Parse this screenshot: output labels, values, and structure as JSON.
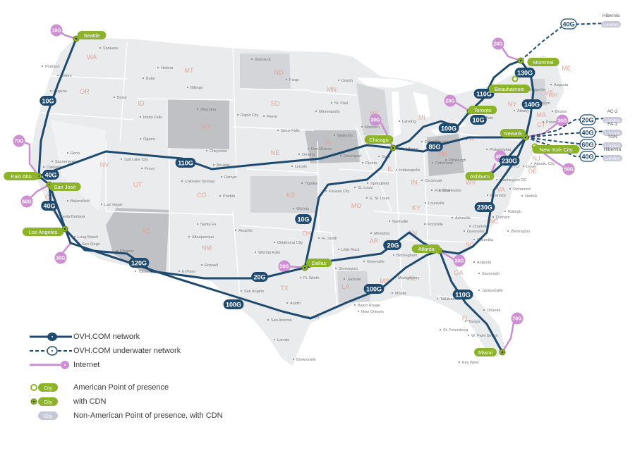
{
  "colors": {
    "land": "#e9ebed",
    "land_dark": "#bfc1c4",
    "land_mid": "#d3d5d8",
    "state_border": "#ffffff",
    "network": "#1f4a6f",
    "internet": "#c98fd1",
    "internet_fill": "#cf8fd3",
    "pop": "#8cb32a",
    "pop_foreign": "#c7c9d9",
    "state_label": "#e0a59a",
    "city_label": "#7a7a7a"
  },
  "pops": [
    {
      "id": "seattle",
      "label": "Seattle"
    },
    {
      "id": "paloalto",
      "label": "Palo Alto"
    },
    {
      "id": "sanjose",
      "label": "San José"
    },
    {
      "id": "losangeles",
      "label": "Los Angeles"
    },
    {
      "id": "dallas",
      "label": "Dallas"
    },
    {
      "id": "chicago",
      "label": "Chicago"
    },
    {
      "id": "toronto",
      "label": "Toronto"
    },
    {
      "id": "montreal",
      "label": "Montreal"
    },
    {
      "id": "beauharnois",
      "label": "Beauharnois"
    },
    {
      "id": "newark",
      "label": "Newark"
    },
    {
      "id": "newyork",
      "label": "New York City"
    },
    {
      "id": "ashburn",
      "label": "Ashburn"
    },
    {
      "id": "atlanta",
      "label": "Atlanta"
    },
    {
      "id": "miami",
      "label": "Miami"
    }
  ],
  "foreign_pops": [
    {
      "id": "hibernia1",
      "name": "Hibernia",
      "city": "London"
    },
    {
      "id": "ac2",
      "name": "AC-2",
      "city": "London"
    },
    {
      "id": "fa1",
      "name": "FA-1",
      "city": "London"
    },
    {
      "id": "tgn",
      "name": "TGN",
      "city": "London"
    },
    {
      "id": "hibernia2",
      "name": "Hibernia",
      "city": "London"
    }
  ],
  "links": [
    {
      "id": "l1",
      "label": "10G"
    },
    {
      "id": "l2",
      "label": "40G"
    },
    {
      "id": "l3",
      "label": "40G"
    },
    {
      "id": "l4",
      "label": "110G"
    },
    {
      "id": "l5",
      "label": "120G"
    },
    {
      "id": "l6",
      "label": "100G"
    },
    {
      "id": "l7",
      "label": "20G"
    },
    {
      "id": "l8",
      "label": "10G"
    },
    {
      "id": "l9",
      "label": "20G"
    },
    {
      "id": "l10",
      "label": "100G"
    },
    {
      "id": "l11",
      "label": "110G"
    },
    {
      "id": "l12",
      "label": "80G"
    },
    {
      "id": "l13",
      "label": "100G"
    },
    {
      "id": "l14",
      "label": "10G"
    },
    {
      "id": "l15",
      "label": "110G"
    },
    {
      "id": "l16",
      "label": "130G"
    },
    {
      "id": "l17",
      "label": "140G"
    },
    {
      "id": "l18",
      "label": "230G"
    },
    {
      "id": "l19",
      "label": "230G"
    },
    {
      "id": "l20",
      "label": "20G"
    }
  ],
  "undersea": [
    {
      "id": "u1",
      "label": "40G"
    },
    {
      "id": "u2",
      "label": "20G"
    },
    {
      "id": "u3",
      "label": "40G"
    },
    {
      "id": "u4",
      "label": "60G"
    },
    {
      "id": "u5",
      "label": "40G"
    }
  ],
  "internet_tags": [
    {
      "id": "i1",
      "label": "10G"
    },
    {
      "id": "i2",
      "label": "70G"
    },
    {
      "id": "i3",
      "label": "60G"
    },
    {
      "id": "i4",
      "label": "30G"
    },
    {
      "id": "i5",
      "label": "50G"
    },
    {
      "id": "i6",
      "label": "20G"
    },
    {
      "id": "i7",
      "label": "20G"
    },
    {
      "id": "i8",
      "label": "20G"
    },
    {
      "id": "i9",
      "label": "30G"
    },
    {
      "id": "i10",
      "label": "50G"
    },
    {
      "id": "i11",
      "label": "40G"
    },
    {
      "id": "i12",
      "label": "20G"
    },
    {
      "id": "i13",
      "label": "70G"
    }
  ],
  "states": [
    "WA",
    "OR",
    "ID",
    "MT",
    "ND",
    "SD",
    "WY",
    "NE",
    "CA",
    "NV",
    "UT",
    "CO",
    "KS",
    "AZ",
    "NM",
    "TX",
    "OK",
    "IA",
    "MN",
    "WI",
    "MI",
    "IL",
    "IN",
    "OH",
    "MO",
    "AR",
    "LA",
    "MS",
    "AL",
    "TN",
    "KY",
    "GA",
    "SC",
    "NC",
    "VA",
    "WV",
    "PA",
    "NY",
    "VT",
    "ME",
    "NH",
    "MA",
    "CT",
    "NJ",
    "DE",
    "MD",
    "FL"
  ],
  "cities": [
    "Spokane",
    "Portland",
    "Salem",
    "Eugene",
    "Boise",
    "Helena",
    "Butte",
    "Billings",
    "Sheridan",
    "Bismarck",
    "Fargo",
    "Duluth",
    "St. Paul",
    "Minneapolis",
    "Pierre",
    "Rapid City",
    "Sioux Falls",
    "Idaho Falls",
    "Cheyenne",
    "Boulder",
    "Denver",
    "Colorado Springs",
    "Pueblo",
    "Ogden",
    "Salt Lake City",
    "Provo",
    "Reno",
    "Sacramento",
    "Oakland",
    "Bakersfield",
    "Santa Barbara",
    "Long Beach",
    "San Diego",
    "Las Vegas",
    "Phoenix",
    "Tucson",
    "El Paso",
    "Santa Fe",
    "Albuquerque",
    "Roswell",
    "Amarillo",
    "Wichita Falls",
    "Oklahoma City",
    "Tulsa",
    "Ft. Worth",
    "San Angelo",
    "Austin",
    "San Antonio",
    "Houston",
    "Laredo",
    "Brownsville",
    "Omaha",
    "Lincoln",
    "Des Moines",
    "Waterloo",
    "Davenport",
    "Madison",
    "Lansing",
    "Gary",
    "Peoria",
    "Springfield",
    "St. Louis",
    "E. St. Louis",
    "Topeka",
    "Kansas City",
    "Wichita",
    "Ft. Smith",
    "Little Rock",
    "Memphis",
    "Shreveport",
    "Jackson",
    "Greenville",
    "Baton Rouge",
    "New Orleans",
    "Mobile",
    "Montgomery",
    "Birmingham",
    "Nashville",
    "Knoxville",
    "Louisville",
    "Frankfort",
    "Indianapolis",
    "Ft. Wayne",
    "Detroit",
    "Cleveland",
    "Columbus",
    "Cincinnati",
    "Charleston",
    "Pittsburgh",
    "Buffalo",
    "Albany",
    "Concord",
    "Montpelier",
    "Augusta",
    "Boston",
    "Providence",
    "Philadelphia",
    "Dover",
    "Atlantic City",
    "Washington DC",
    "Richmond",
    "Norfolk",
    "Roanoke",
    "Durham",
    "Raleigh",
    "Charlotte",
    "Wilmington",
    "Asheville",
    "Greenville",
    "Columbia",
    "Augusta",
    "Savannah",
    "Jacksonville",
    "Tallahassee",
    "Orlando",
    "Tampa",
    "St. Petersburg",
    "W. Palm Beach",
    "Key West"
  ],
  "legend": {
    "network": "OVH.COM network",
    "underwater": "OVH.COM underwater network",
    "internet": "Internet",
    "pop_city": "City",
    "american_pop": "American Point of presence",
    "with_cdn": "with CDN",
    "foreign_pop": "Non-American Point of presence, with CDN"
  }
}
